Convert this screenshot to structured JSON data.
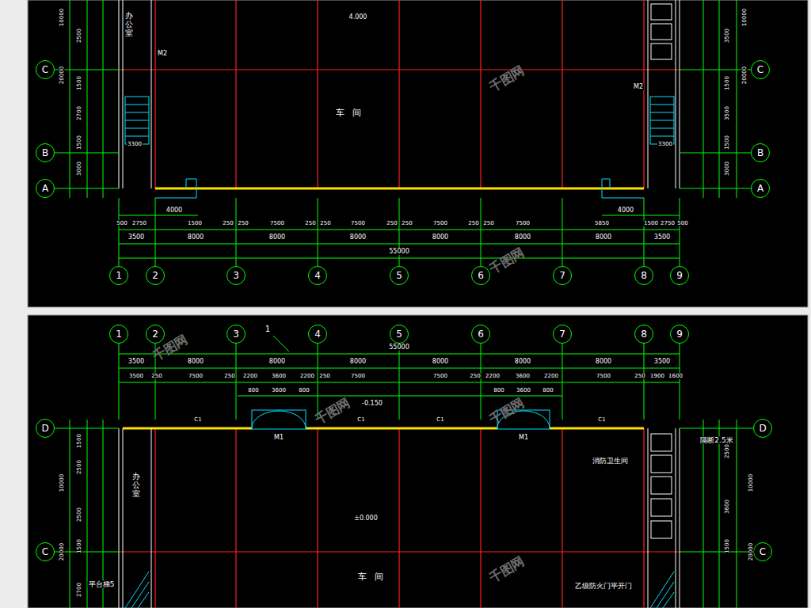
{
  "diagram": {
    "nodes": [
      {
        "text": [
          "C"
        ]
      },
      {
        "text": [
          "C"
        ]
      },
      {
        "text": [
          "B"
        ]
      },
      {
        "text": [
          "B"
        ]
      },
      {
        "text": [
          "A"
        ]
      },
      {
        "text": [
          "A"
        ]
      },
      {
        "text": [
          "1"
        ]
      },
      {
        "text": [
          "2"
        ]
      },
      {
        "text": [
          "3"
        ]
      },
      {
        "text": [
          "4"
        ]
      },
      {
        "text": [
          "5"
        ]
      },
      {
        "text": [
          "6"
        ]
      },
      {
        "text": [
          "7"
        ]
      },
      {
        "text": [
          "8"
        ]
      },
      {
        "text": [
          "9"
        ]
      },
      {
        "text": [
          "1"
        ]
      },
      {
        "text": [
          "2"
        ]
      },
      {
        "text": [
          "3"
        ]
      },
      {
        "text": [
          "4"
        ]
      },
      {
        "text": [
          "5"
        ]
      },
      {
        "text": [
          "6"
        ]
      },
      {
        "text": [
          "7"
        ]
      },
      {
        "text": [
          "8"
        ]
      },
      {
        "text": [
          "9"
        ]
      },
      {
        "text": [
          "D"
        ]
      },
      {
        "text": [
          "D"
        ]
      },
      {
        "text": [
          "C"
        ]
      },
      {
        "text": [
          "C"
        ]
      }
    ],
    "labels": [
      "办公室",
      "4.000",
      "车间",
      "M2",
      "M2",
      "4000",
      "4000",
      "500",
      "2750",
      "1500",
      "250",
      "250",
      "7500",
      "250",
      "250",
      "7500",
      "250",
      "250",
      "7500",
      "250",
      "250",
      "7500",
      "5850",
      "1500",
      "2750",
      "500",
      "3500",
      "8000",
      "8000",
      "8000",
      "8000",
      "8000",
      "8000",
      "3500",
      "55000",
      "20000",
      "10000",
      "2500",
      "1500",
      "2700",
      "1500",
      "3000",
      "20000",
      "10000",
      "3500",
      "1500",
      "3500",
      "1500",
      "3000",
      "3300",
      "3300",
      "1",
      "55000",
      "3500",
      "8000",
      "8000",
      "8000",
      "8000",
      "8000",
      "8000",
      "3500",
      "3500",
      "250",
      "7500",
      "250",
      "2200",
      "3600",
      "2200",
      "250",
      "7500",
      "7500",
      "250",
      "2200",
      "3600",
      "2200",
      "7500",
      "250",
      "1900",
      "1600",
      "800",
      "3600",
      "800",
      "800",
      "3600",
      "800",
      "-0.150",
      "C1",
      "C1",
      "C1",
      "C1",
      "M1",
      "M1",
      "办公室",
      "±0.000",
      "车间",
      "隔断2.5米",
      "消防卫生间",
      "乙级防火门平开门",
      "平台梯5",
      "20000",
      "10000",
      "1500",
      "2500",
      "2500",
      "1500",
      "2700",
      "10000",
      "20000",
      "2500",
      "3600",
      "1500",
      "千图网",
      "千图网",
      "千图网",
      "千图网",
      "千图网",
      "千图网"
    ]
  }
}
